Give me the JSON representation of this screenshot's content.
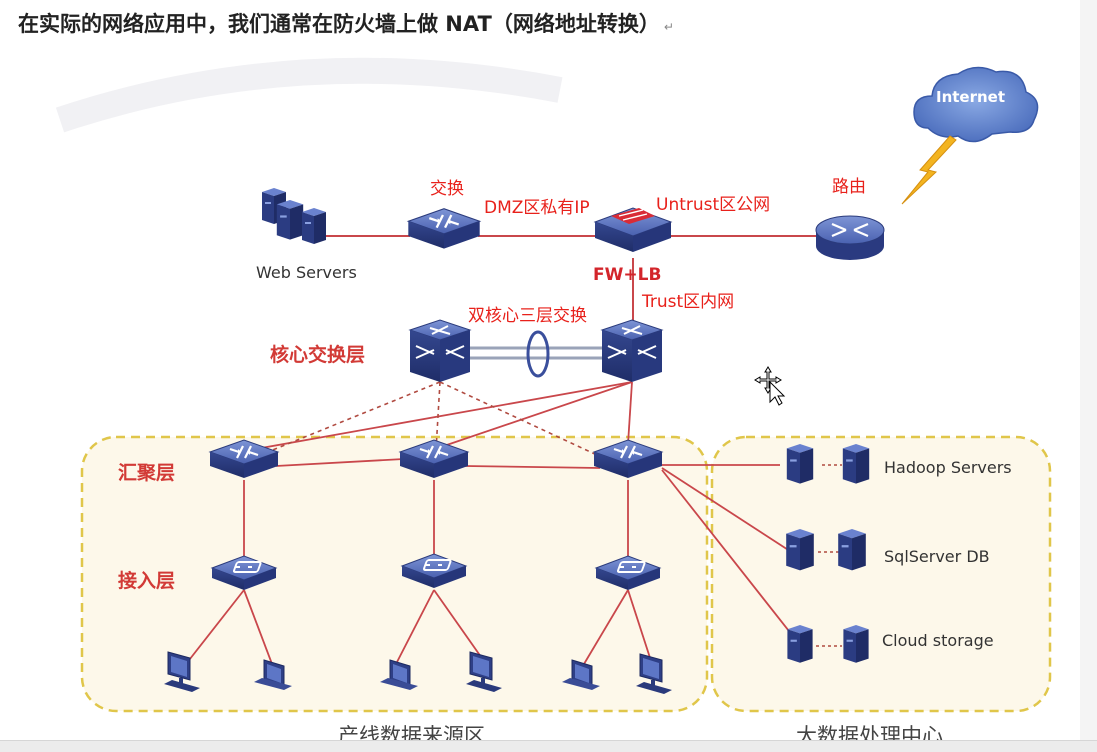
{
  "title": "在实际的网络应用中，我们通常在防火墙上做 NAT（网络地址转换）",
  "paragraph_mark": "↵",
  "labels": {
    "switch": "交换",
    "dmz": "DMZ区私有IP",
    "untrust": "Untrust区公网",
    "router": "路由",
    "fwlb": "FW+LB",
    "trust": "Trust区内网",
    "dual_core": "双核心三层交换",
    "internet": "Internet",
    "web_servers": "Web Servers",
    "core_layer": "核心交换层",
    "agg_layer": "汇聚层",
    "access_layer": "接入层",
    "hadoop": "Hadoop Servers",
    "sqlserver": "SqlServer DB",
    "cloud": "Cloud storage",
    "zone_left": "产线数据来源区",
    "zone_right": "大数据处理中心"
  },
  "colors": {
    "link_red": "#c9474b",
    "device_blue": "#3a4f9c",
    "zone_border": "#e0c64a",
    "zone_fill": "#fdf8ea",
    "annotation_red": "#e8211b"
  },
  "icons": [
    "internet-cloud-icon",
    "lightning-icon",
    "router-icon",
    "firewall-icon",
    "switch-icon",
    "server-icon",
    "computer-icon",
    "laptop-icon",
    "move-cursor-icon"
  ]
}
